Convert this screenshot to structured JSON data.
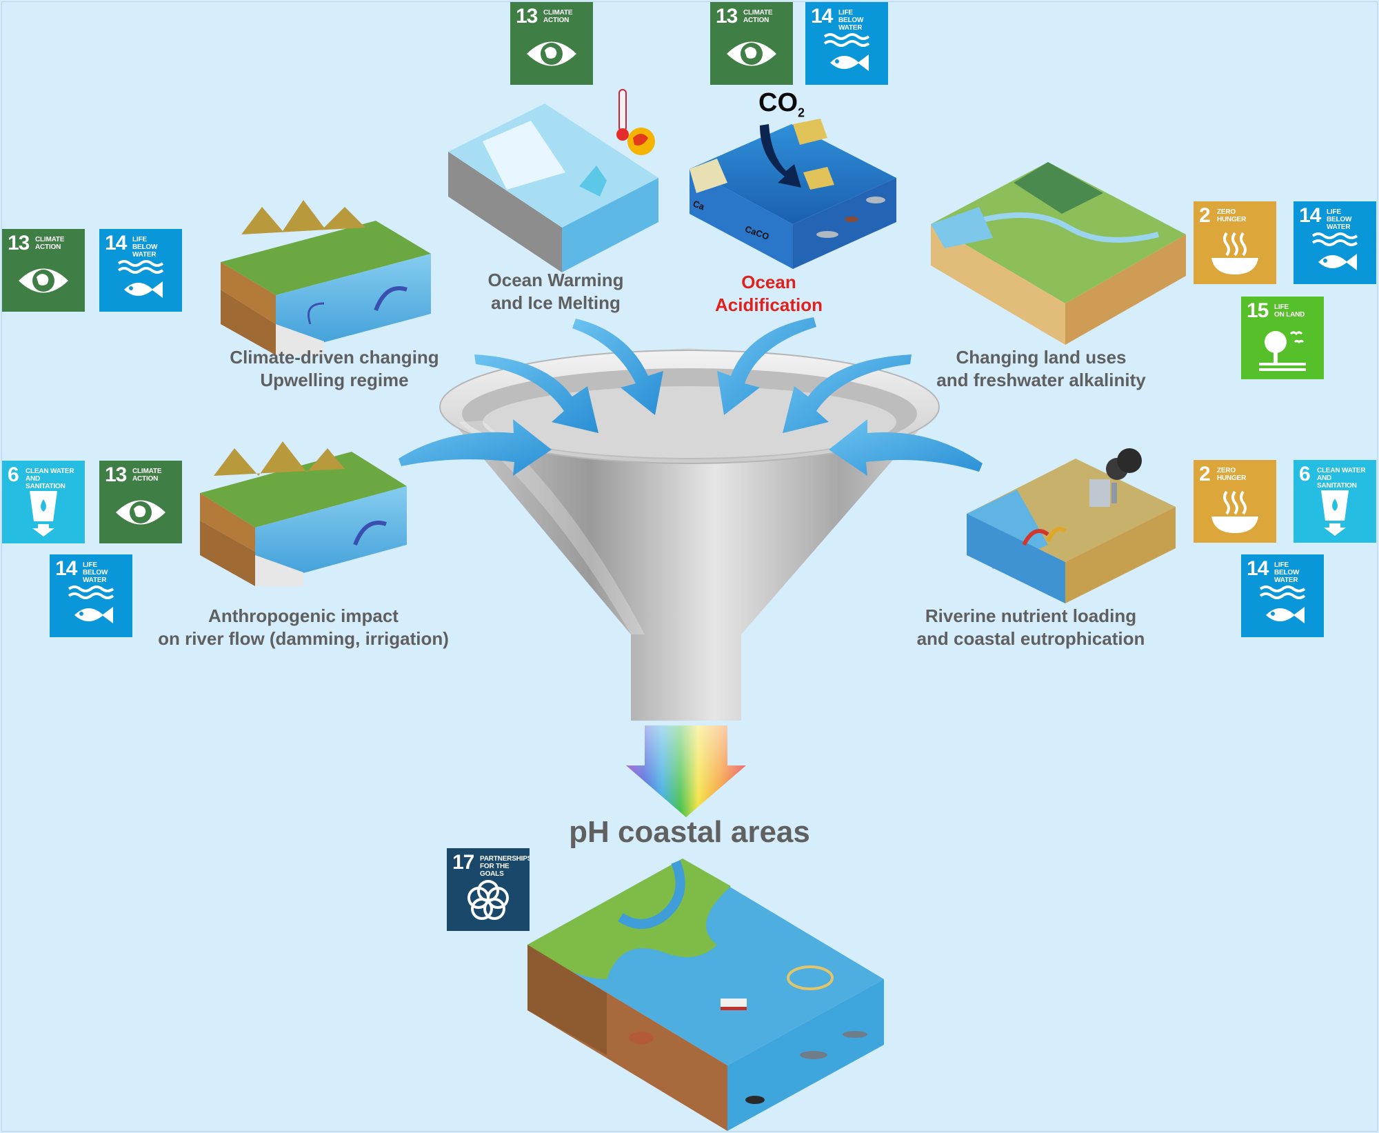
{
  "labels": {
    "ocean_warming": [
      "Ocean Warming",
      "and Ice Melting"
    ],
    "ocean_acidification": [
      "Ocean",
      "Acidification"
    ],
    "upwelling": [
      "Climate-driven changing",
      "Upwelling regime"
    ],
    "land_uses": [
      "Changing land uses",
      "and freshwater alkalinity"
    ],
    "river_flow": [
      "Anthropogenic impact",
      "on river flow (damming, irrigation)"
    ],
    "nutrient": [
      "Riverine nutrient loading",
      "and coastal eutrophication"
    ],
    "result": "pH coastal areas",
    "co2": "CO",
    "co2_sub": "2",
    "ca": "Ca",
    "caco3": "CaCO"
  },
  "sdg": {
    "g2": {
      "num": "2",
      "cap": [
        "ZERO",
        "HUNGER"
      ],
      "color": "#dda63a",
      "icon": "bowl-icon"
    },
    "g6": {
      "num": "6",
      "cap": [
        "CLEAN WATER",
        "AND SANITATION"
      ],
      "color": "#26bde2",
      "icon": "water-glass-icon"
    },
    "g13": {
      "num": "13",
      "cap": [
        "CLIMATE",
        "ACTION"
      ],
      "color": "#3f7e44",
      "icon": "eye-globe-icon"
    },
    "g14": {
      "num": "14",
      "cap": [
        "LIFE",
        "BELOW WATER"
      ],
      "color": "#0a97d9",
      "icon": "fish-icon"
    },
    "g15": {
      "num": "15",
      "cap": [
        "LIFE",
        "ON LAND"
      ],
      "color": "#56c02b",
      "icon": "tree-icon"
    },
    "g17": {
      "num": "17",
      "cap": [
        "PARTNERSHIPS",
        "FOR THE GOALS"
      ],
      "color": "#19486a",
      "icon": "flower-icon"
    }
  }
}
